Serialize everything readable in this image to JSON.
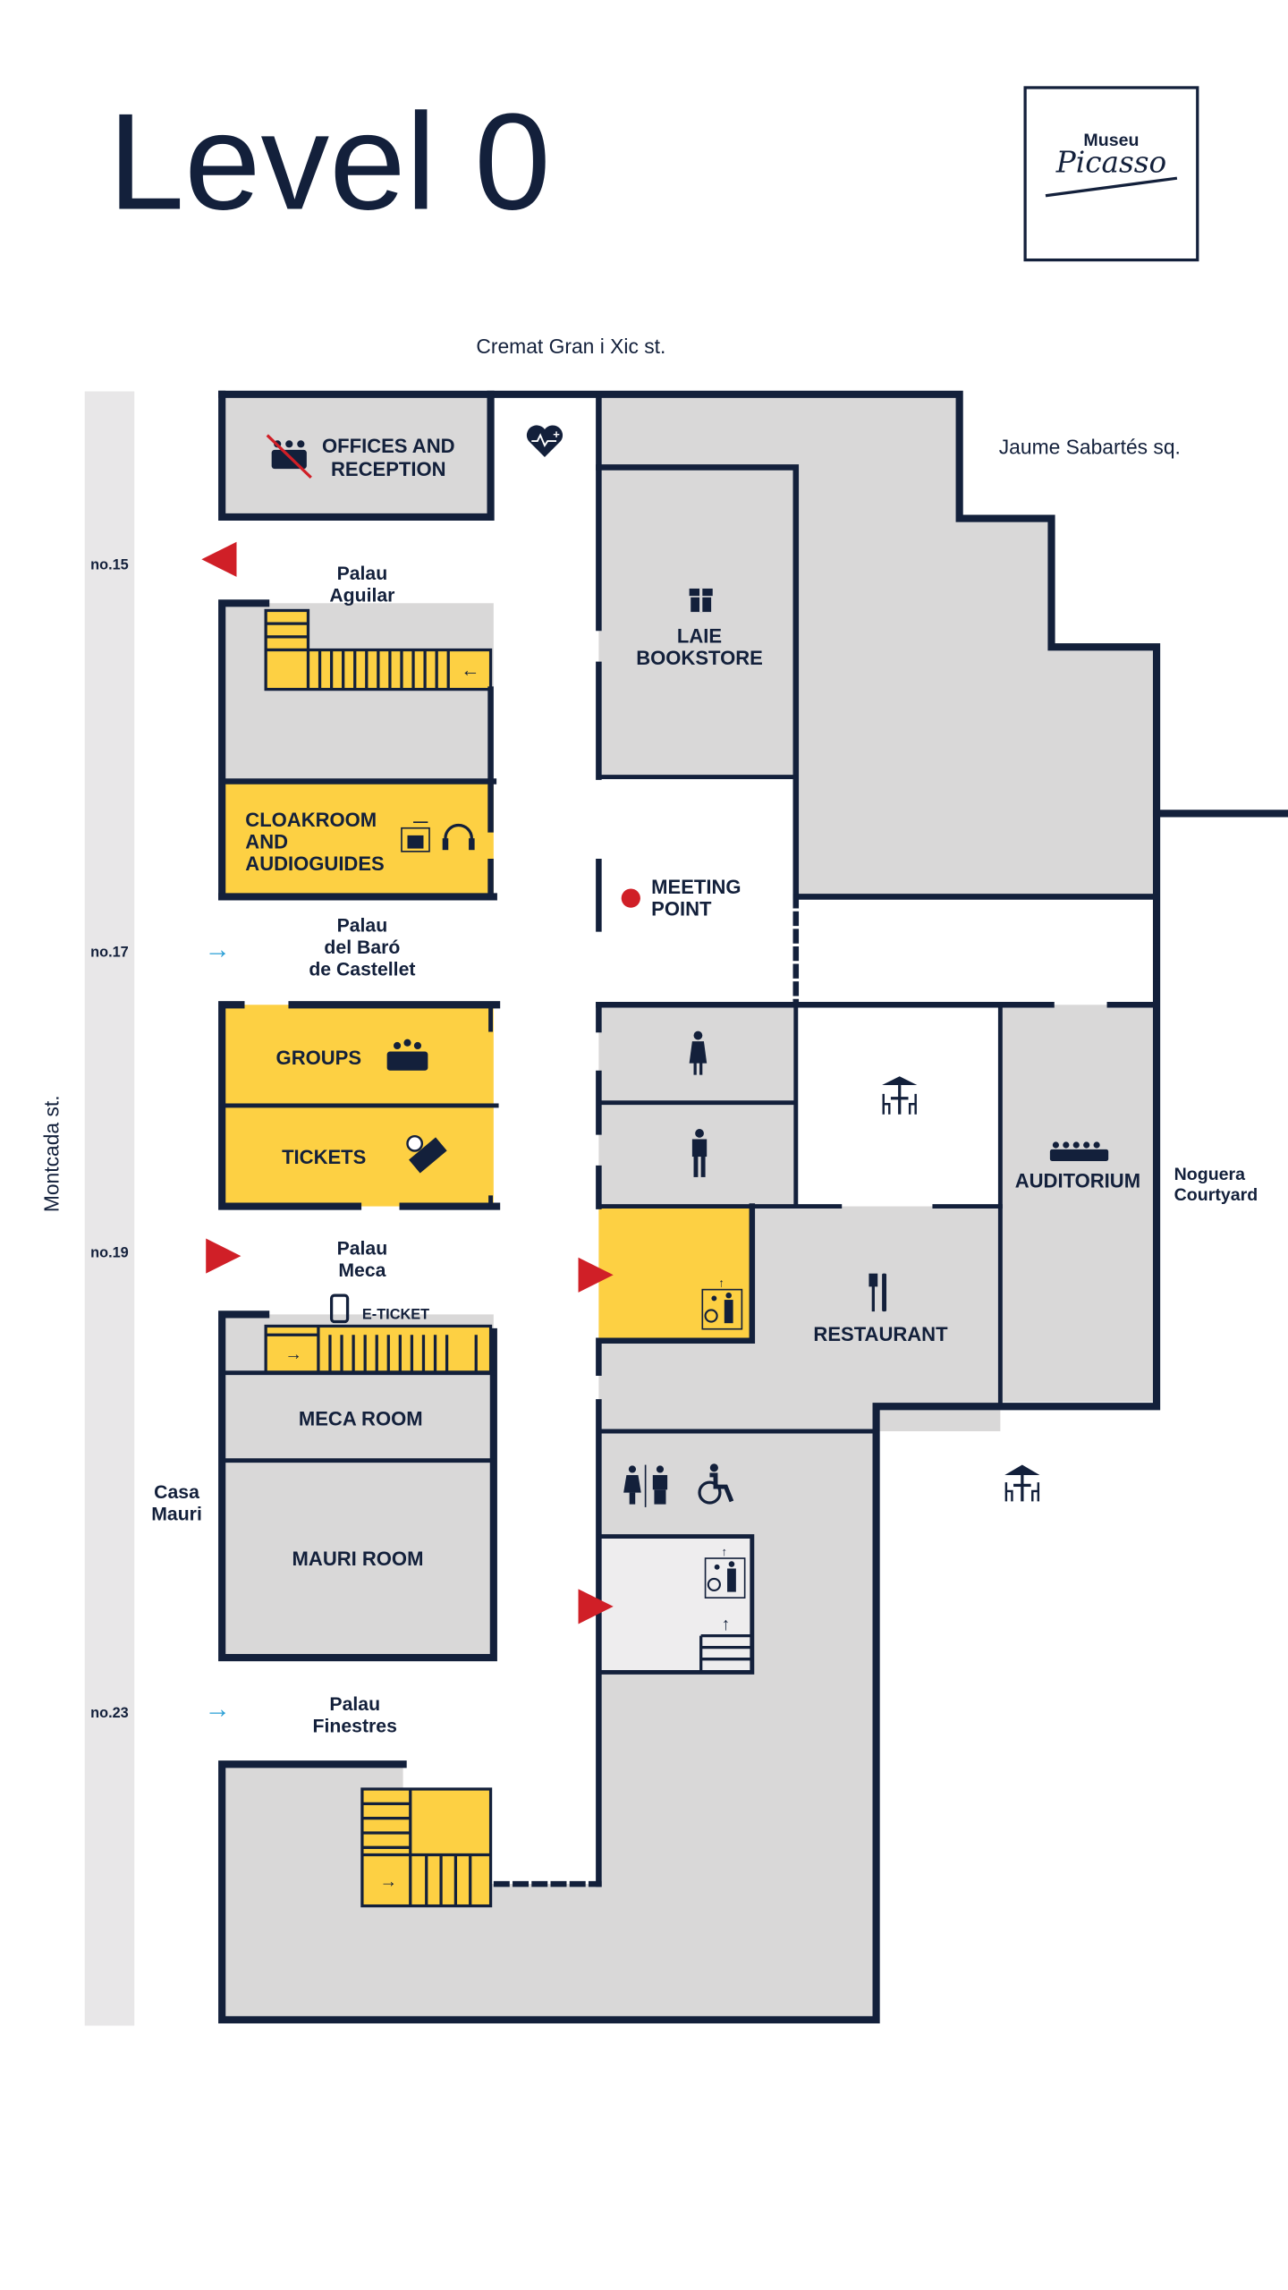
{
  "header": {
    "title": "Level 0",
    "logo_top": "Museu",
    "logo_script": "Picasso"
  },
  "streets": {
    "top": "Cremat Gran i Xic st.",
    "square": "Jaume Sabartés sq.",
    "left": "Montcada st.",
    "courtyard_line1": "Noguera",
    "courtyard_line2": "Courtyard"
  },
  "street_numbers": [
    "no.15",
    "no.17",
    "no.19",
    "no.23"
  ],
  "buildings": {
    "aguilar": [
      "Palau",
      "Aguilar"
    ],
    "castellet": [
      "Palau",
      "del Baró",
      "de Castellet"
    ],
    "meca": [
      "Palau",
      "Meca"
    ],
    "mauri": [
      "Casa",
      "Mauri"
    ],
    "finestres": [
      "Palau",
      "Finestres"
    ]
  },
  "rooms": {
    "offices": [
      "OFFICES AND",
      "RECEPTION"
    ],
    "bookstore": [
      "LAIE",
      "BOOKSTORE"
    ],
    "cloakroom": [
      "CLOAKROOM",
      "AND",
      "AUDIOGUIDES"
    ],
    "meeting_point": [
      "MEETING",
      "POINT"
    ],
    "groups": "GROUPS",
    "tickets": "TICKETS",
    "auditorium": "AUDITORIUM",
    "restaurant": "RESTAURANT",
    "eticket": "E-TICKET",
    "meca_room": "MECA ROOM",
    "mauri_room": "MAURI ROOM"
  },
  "colors": {
    "navy": "#13203b",
    "yellow": "#fdd043",
    "gray": "#d9d8d8",
    "red": "#d01f27",
    "blue": "#2a9fd6",
    "street": "#e8e7e8"
  }
}
